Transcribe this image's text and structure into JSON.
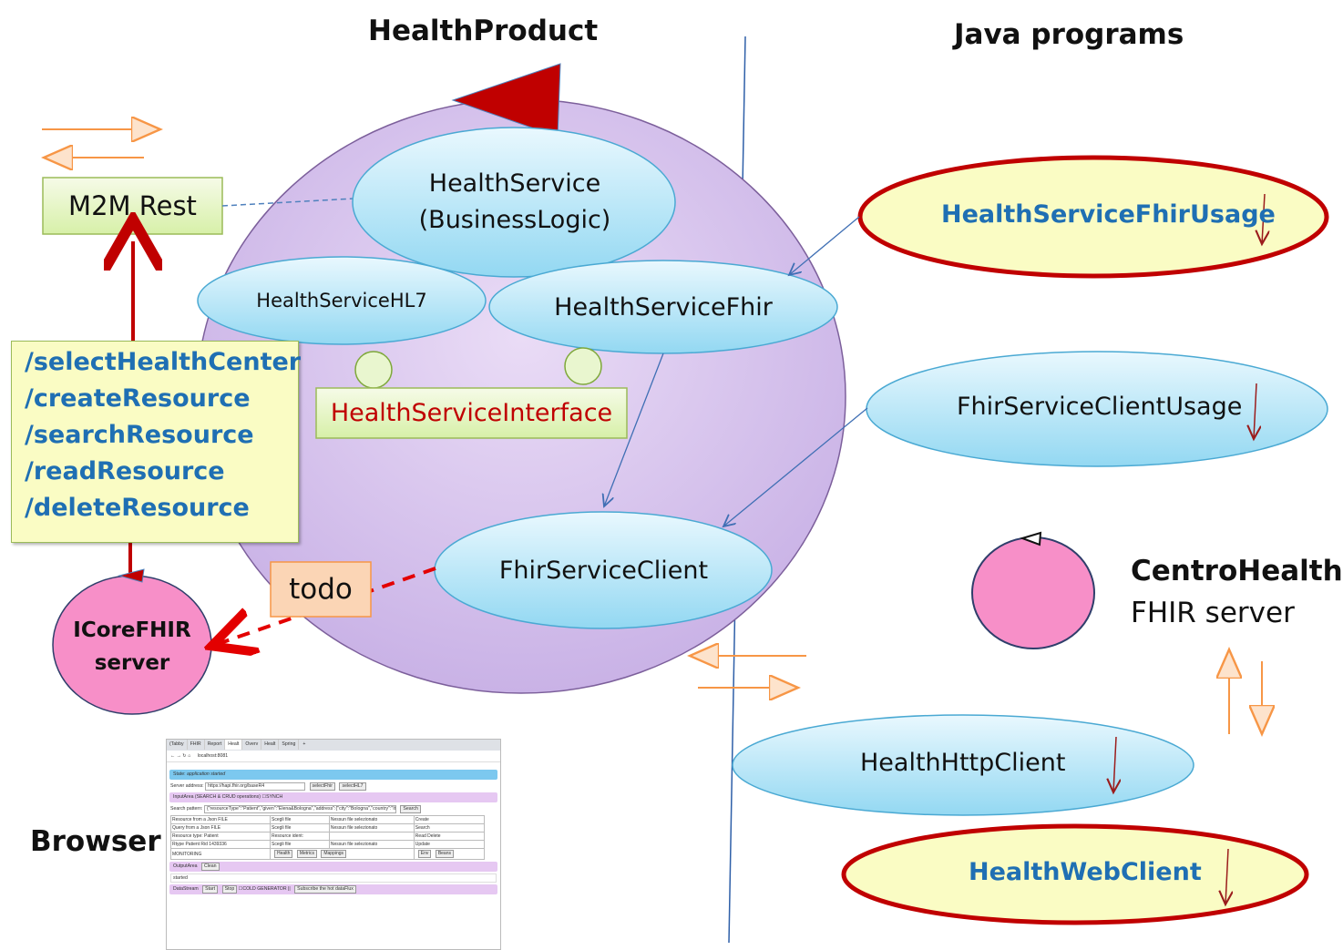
{
  "titles": {
    "health_product": "HealthProduct",
    "java_programs": "Java programs",
    "browser": "Browser"
  },
  "nodes": {
    "m2m_rest": "M2M Rest",
    "health_service_line1": "HealthService",
    "health_service_line2": "(BusinessLogic)",
    "health_service_hl7": "HealthServiceHL7",
    "health_service_fhir": "HealthServiceFhir",
    "health_service_interface": "HealthServiceInterface",
    "fhir_service_client": "FhirServiceClient",
    "todo": "todo",
    "icorefhir_line1": "ICoreFHIR",
    "icorefhir_line2": "server",
    "health_service_fhir_usage": "HealthServiceFhirUsage",
    "fhir_service_client_usage": "FhirServiceClientUsage",
    "centro_health_line1": "CentroHealth",
    "centro_health_line2": "FHIR server",
    "health_http_client": "HealthHttpClient",
    "health_web_client": "HealthWebClient"
  },
  "endpoints": [
    "/selectHealthCenter",
    "/createResource",
    "/searchResource",
    "/readResource",
    "/deleteResource"
  ],
  "browser_thumbnail": {
    "tabs": [
      "(Tabby",
      "FHIR",
      "Report",
      "Healt",
      "Overv",
      "Healt",
      "Spring"
    ],
    "url": "localhost:8081",
    "state_label": "State:",
    "state_value": "application started",
    "server_address_label": "Server address:",
    "server_address_value": "https://hapi.fhir.org/baseR4",
    "btn_select_fhir": "selectFhir",
    "btn_select_hl7": "selectHL7",
    "input_area_title": "InputArea (SEARCH & CRUD operations)",
    "synch_label": "SYNCH",
    "search_pattern_label": "Search pattern:",
    "search_pattern_value": "{\"resourceType\":\"Patient\",\"given\":\"Elena&Bologna\",\"address\":{\"city\":\"Bologna\",\"country\":\"Italy\"}}",
    "btn_search": "Search",
    "rows": [
      {
        "c1": "Resource from a Json FILE",
        "c2": "Scegli file",
        "c3": "Nessun file selezionato",
        "c4": "Create"
      },
      {
        "c1": "Query from a Json FILE",
        "c2": "Scegli file",
        "c3": "Nessun file selezionato",
        "c4": "Search"
      },
      {
        "c1": "Resource type: Patient",
        "c2": "Resource ident:",
        "c3": "",
        "c4": "Read  Delete"
      },
      {
        "c1": "Rtype Patient   Rid 1439336",
        "c2": "Scegli file",
        "c3": "Nessun file selezionato",
        "c4": "Update"
      }
    ],
    "monitoring_label": "MONITORING",
    "monitor_buttons": [
      "Health",
      "Metrics",
      "Mappings",
      "Env",
      "Beans"
    ],
    "output_area_title": "OutputArea",
    "btn_clean": "Clean",
    "output_text": "started",
    "datastream_title": "DataStream",
    "btn_start": "Start",
    "btn_stop": "Stop",
    "cold_generator_label": "COLD GENERATOR ||",
    "btn_subscribe": "Subscribe the hot dataFlux"
  },
  "colors": {
    "big_circle_fill": "#dccbee",
    "big_circle_stroke": "#7c5f9b",
    "ellipse_fill": "#c6ebf8",
    "ellipse_stroke": "#4aa9d3",
    "yellow_fill": "#fafcc4",
    "dark_red": "#c00000",
    "pink": "#f78fc8",
    "orange": "#f79646",
    "blue_text": "#1f6fb3",
    "axis_blue": "#2e5fa8"
  }
}
